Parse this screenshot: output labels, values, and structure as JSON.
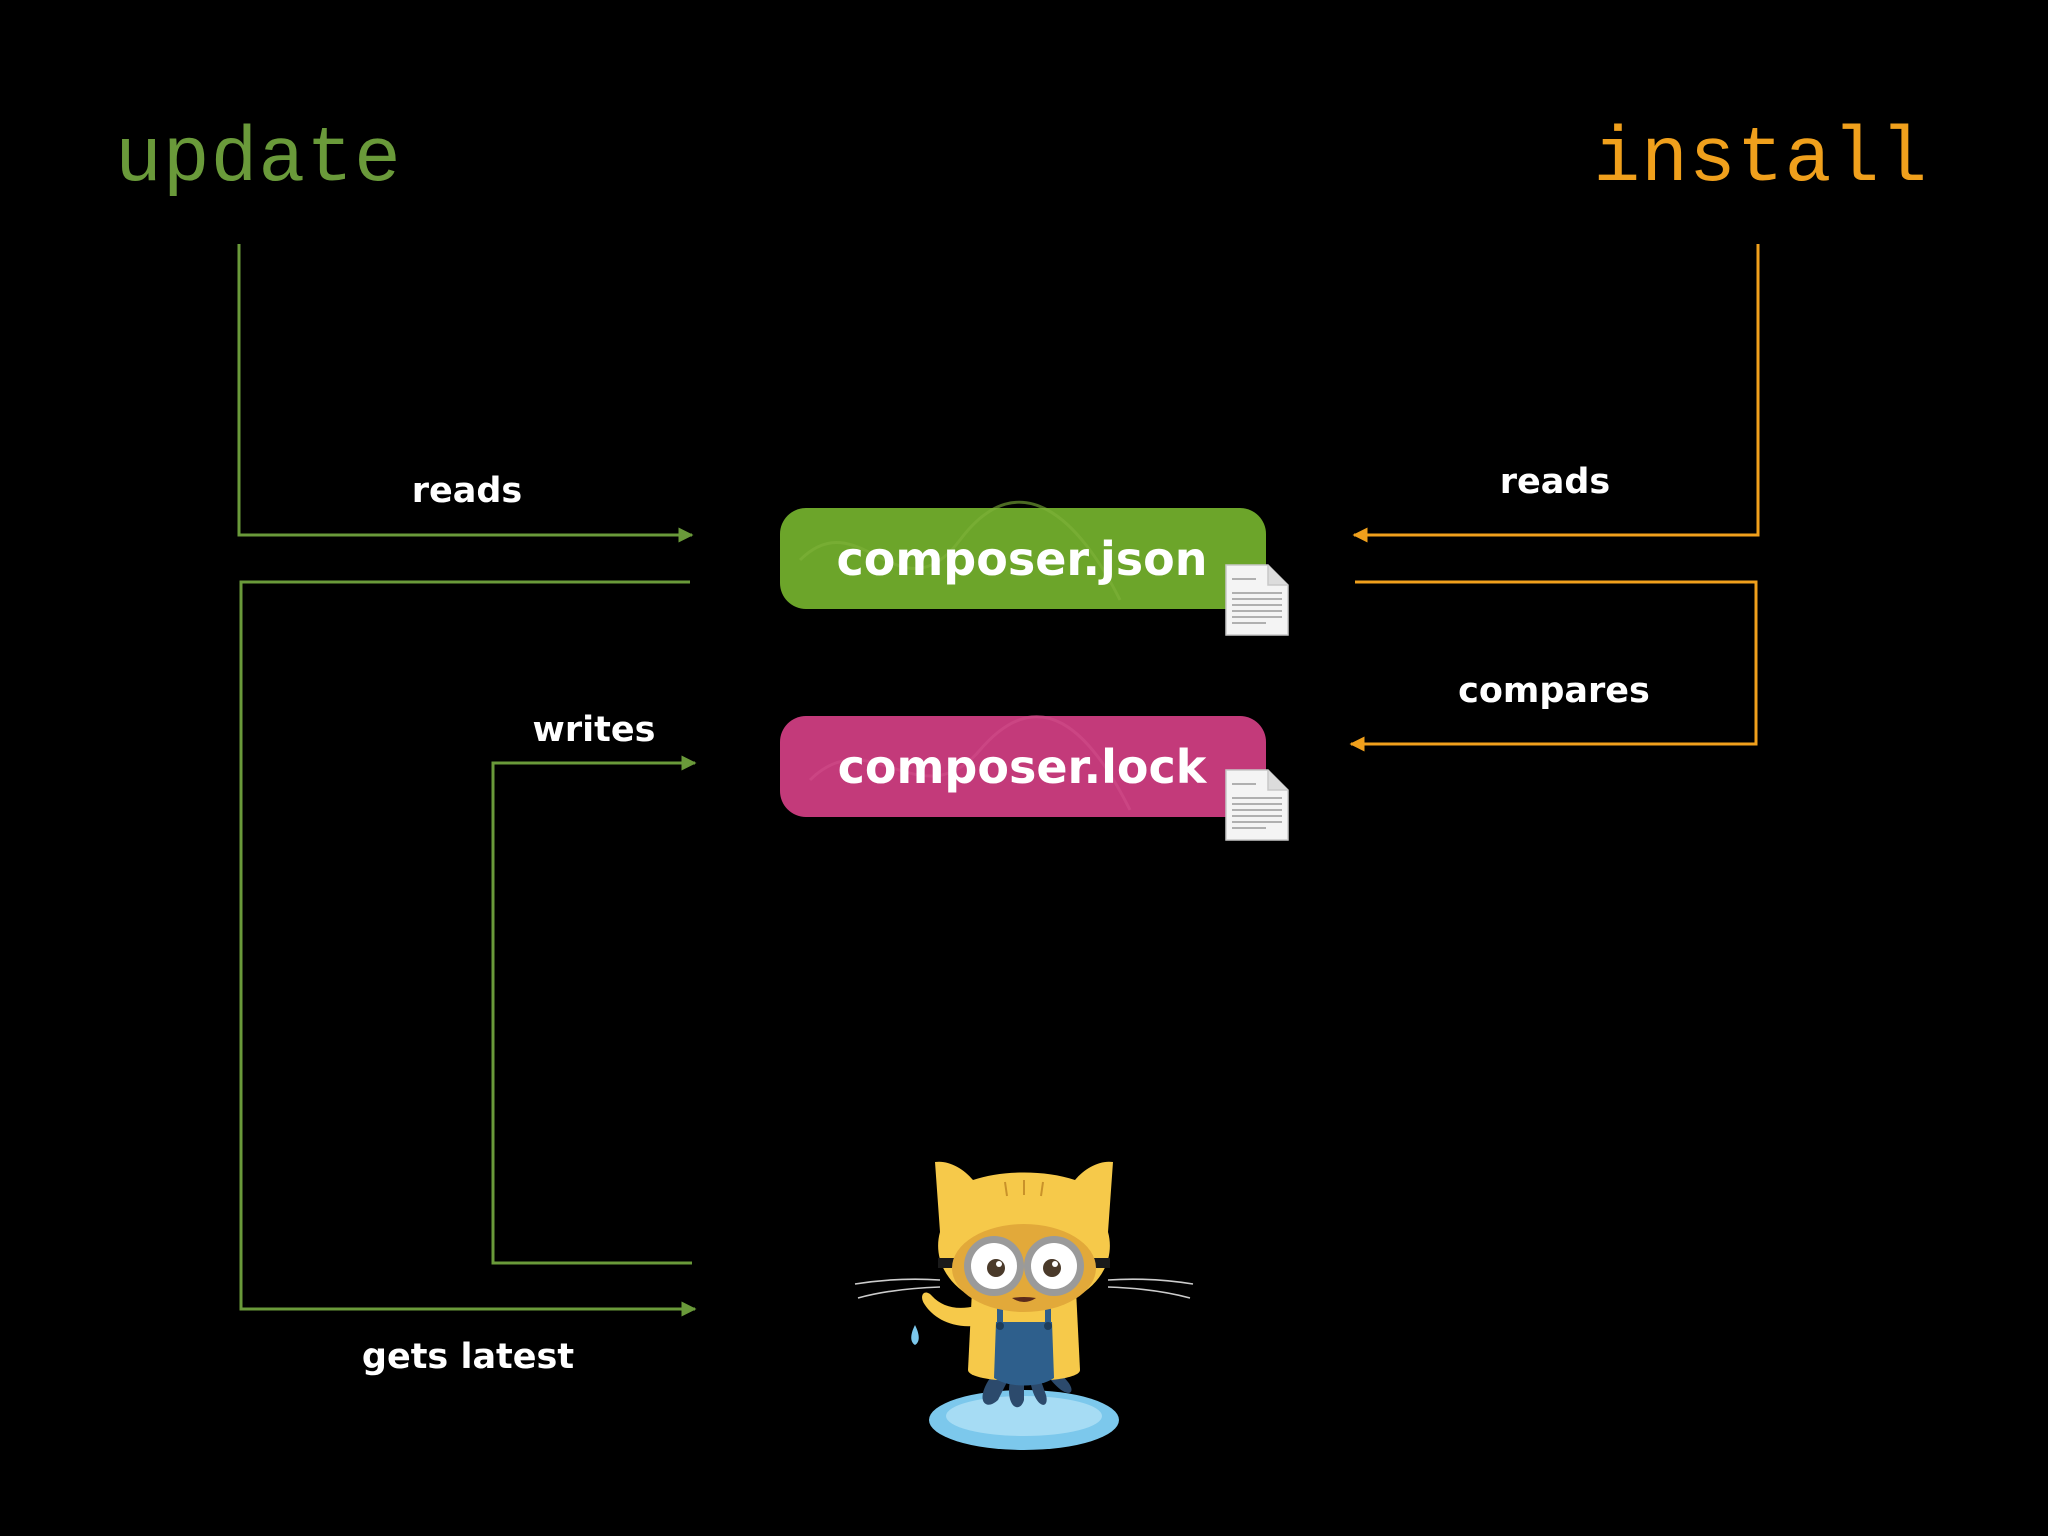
{
  "commands": {
    "update": "update",
    "install": "install"
  },
  "files": {
    "json": "composer.json",
    "lock": "composer.lock"
  },
  "edges": {
    "update_reads": "reads",
    "install_reads": "reads",
    "install_compares": "compares",
    "update_writes": "writes",
    "update_gets_latest": "gets latest"
  },
  "colors": {
    "update": "#6a9a3a",
    "install": "#f0a01c",
    "json_pill": "#6ca52a",
    "lock_pill": "#c33a7a",
    "background": "#000000",
    "label": "#ffffff"
  },
  "icons": {
    "file": "document-icon",
    "mascot": "octocat-minion-icon"
  }
}
